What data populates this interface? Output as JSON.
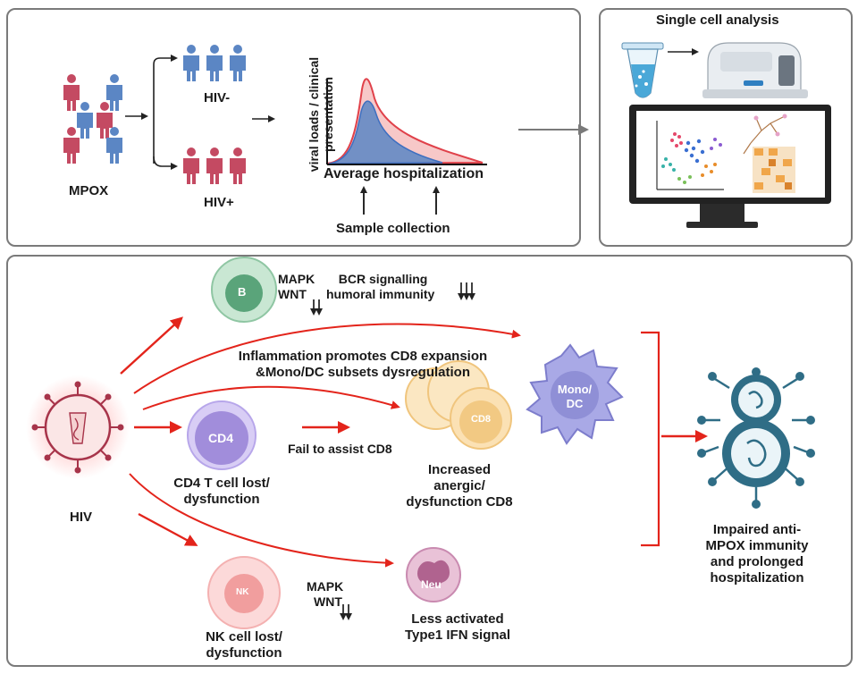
{
  "colors": {
    "hiv_negative": "#5b86c4",
    "hiv_positive": "#c44a62",
    "arrow_red": "#e3241b",
    "panel_border": "#7a7a7a",
    "b_cell": "#5aa47a",
    "cd4_cell": "#9b86d8",
    "cd8_cell": "#f2c983",
    "nk_cell": "#f19e9e",
    "neu_cell": "#b0638f",
    "mono_dc": "#8f8fd6",
    "virus": "#a7344a",
    "virion_teal": "#2f6d86"
  },
  "top": {
    "mpox_label": "MPOX",
    "hiv_neg_label": "HIV-",
    "hiv_pos_label": "HIV+",
    "y_axis_label_line1": "viral loads / clinical",
    "y_axis_label_line2": "presentation",
    "x_axis_label": "Average hospitalization",
    "sample_collection_label": "Sample collection",
    "single_cell_title": "Single cell analysis"
  },
  "bottom": {
    "b_cell_letter": "B",
    "b_mapk_line1": "MAPK",
    "b_mapk_line2": "WNT",
    "bcr_line1": "BCR signalling",
    "bcr_line2": "humoral immunity",
    "inflammation_line1": "Inflammation promotes CD8 expansion",
    "inflammation_line2": "&Mono/DC subsets dysregulation",
    "cd4_letter": "CD4",
    "fail_assist": "Fail to assist CD8",
    "cd8_letter": "CD8",
    "cd8_desc_line1": "Increased",
    "cd8_desc_line2": "anergic/",
    "cd8_desc_line3": "dysfunction CD8",
    "mono_letter_line1": "Mono/",
    "mono_letter_line2": "DC",
    "cd4_desc_line1": "CD4 T cell lost/",
    "cd4_desc_line2": "dysfunction",
    "hiv_label": "HIV",
    "nk_letter": "NK",
    "nk_mapk_line1": "MAPK",
    "nk_mapk_line2": "WNT",
    "nk_desc_line1": "NK cell lost/",
    "nk_desc_line2": "dysfunction",
    "neu_letter": "Neu",
    "neu_desc_line1": "Less activated",
    "neu_desc_line2": "Type1 IFN signal",
    "outcome_line1": "Impaired anti-",
    "outcome_line2": "MPOX immunity",
    "outcome_line3": "and prolonged",
    "outcome_line4": "hospitalization"
  }
}
